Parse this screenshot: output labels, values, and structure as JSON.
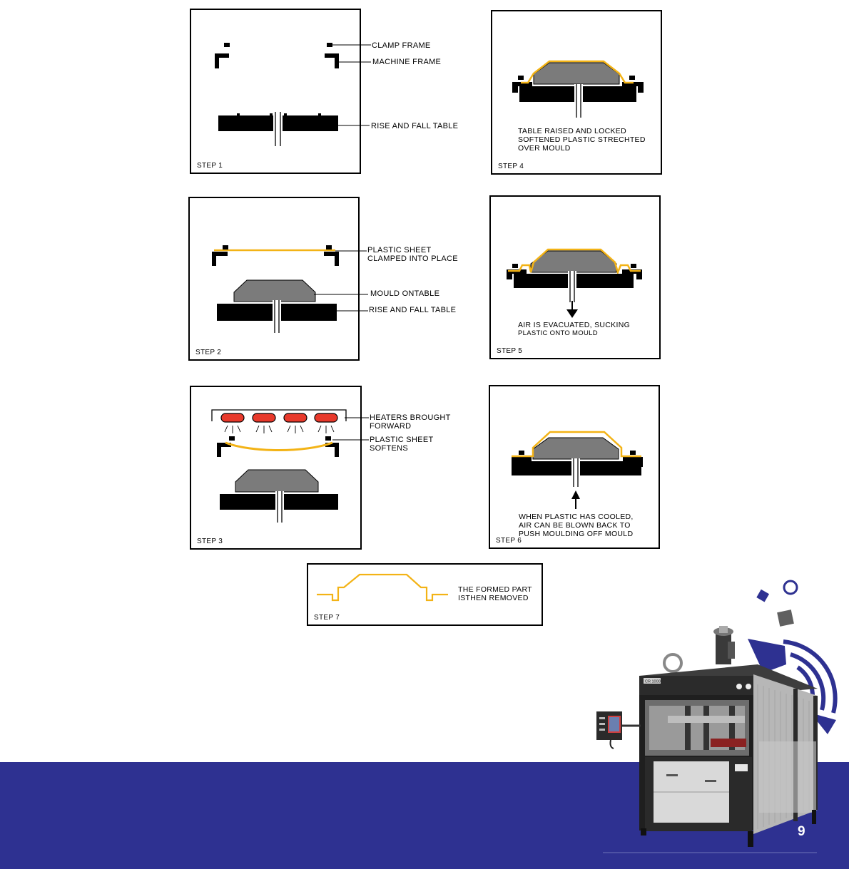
{
  "colors": {
    "plastic": "#f3b316",
    "mould": "#7b7b7b",
    "heater": "#e8392b",
    "brand_blue": "#2e3191",
    "ink": "#000000"
  },
  "steps": {
    "s1": {
      "step_label": "STEP 1",
      "labels": [
        "CLAMP FRAME",
        "MACHINE FRAME",
        "RISE AND FALL TABLE"
      ]
    },
    "s2": {
      "step_label": "STEP 2",
      "labels": [
        "PLASTIC SHEET",
        "CLAMPED INTO PLACE",
        "MOULD ONTABLE",
        "RISE AND FALL TABLE"
      ]
    },
    "s3": {
      "step_label": "STEP 3",
      "labels": [
        "HEATERS BROUGHT",
        "FORWARD",
        "PLASTIC SHEET",
        "SOFTENS"
      ]
    },
    "s4": {
      "step_label": "STEP 4",
      "lines": [
        "TABLE RAISED AND LOCKED",
        "SOFTENED PLASTIC STRECHTED",
        "OVER MOULD"
      ]
    },
    "s5": {
      "step_label": "STEP 5",
      "lines": [
        "AIR IS EVACUATED, SUCKING",
        "PLASTIC ONTO MOULD"
      ]
    },
    "s6": {
      "step_label": "STEP 6",
      "lines": [
        "WHEN PLASTIC HAS COOLED,",
        "AIR CAN BE BLOWN BACK TO",
        "PUSH MOULDING OFF MOULD"
      ]
    },
    "s7": {
      "step_label": "STEP 7",
      "lines": [
        "THE FORMED PART",
        "ISTHEN REMOVED"
      ]
    }
  },
  "machine": {
    "model_plate": "CR 1000"
  },
  "page_number": "9"
}
